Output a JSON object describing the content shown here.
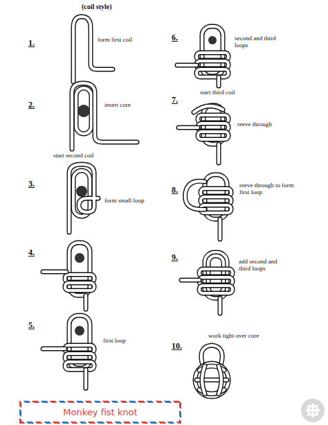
{
  "diagram": {
    "nodes": [
      {
        "text": [
          "Monkey fist knot"
        ]
      }
    ],
    "labels": [
      "(coil style)",
      "1.",
      "form first coil",
      "2.",
      "insert core",
      "3.",
      "start second coil",
      "form small loop",
      "4.",
      "5.",
      "first loop",
      "6.",
      "second and third loops",
      "7.",
      "start third coil",
      "reeve through",
      "8.",
      "reeve through to form first loop",
      "9.",
      "add second and third loops",
      "10.",
      "work tight over core"
    ]
  }
}
